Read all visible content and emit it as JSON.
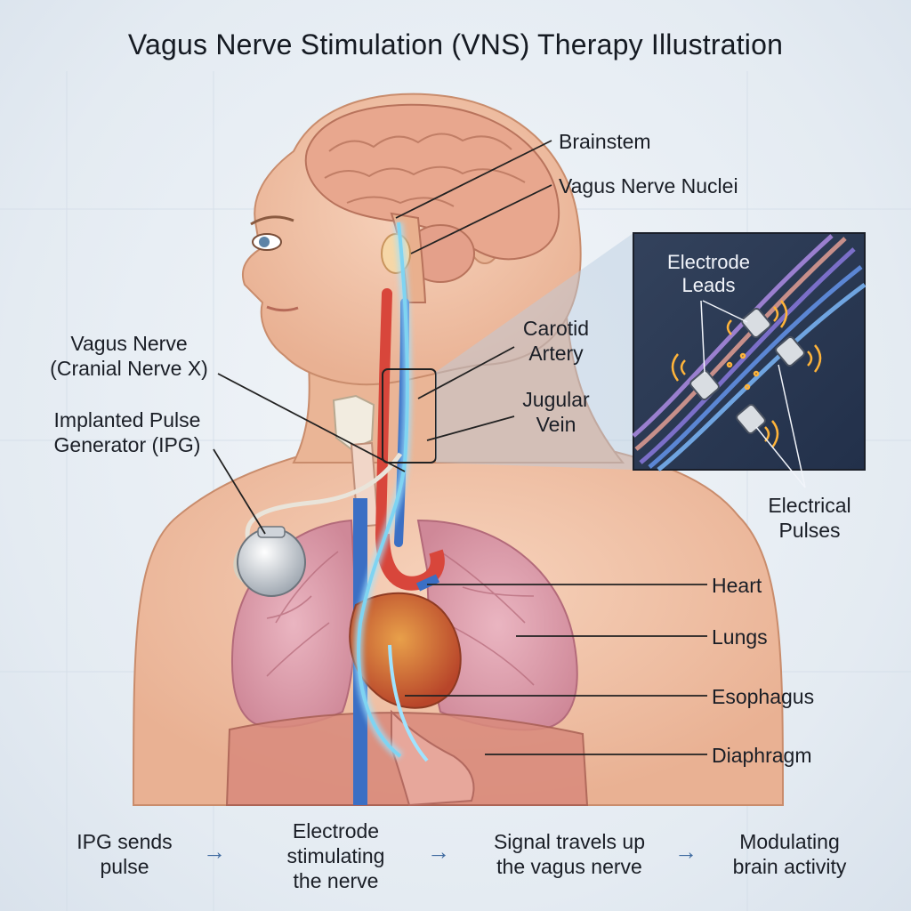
{
  "title": "Vagus Nerve Stimulation (VNS) Therapy Illustration",
  "labels": {
    "brainstem": "Brainstem",
    "vagus_nuclei": "Vagus Nerve Nuclei",
    "carotid_1": "Carotid",
    "carotid_2": "Artery",
    "jugular_1": "Jugular",
    "jugular_2": "Vein",
    "vagus_1": "Vagus Nerve",
    "vagus_2": "(Cranial Nerve X)",
    "ipg_1": "Implanted Pulse",
    "ipg_2": "Generator (IPG)",
    "heart": "Heart",
    "lungs": "Lungs",
    "esophagus": "Esophagus",
    "diaphragm": "Diaphragm"
  },
  "inset": {
    "electrode_1": "Electrode",
    "electrode_2": "Leads",
    "pulses_1": "Electrical",
    "pulses_2": "Pulses"
  },
  "steps": [
    {
      "line1": "IPG sends",
      "line2": "pulse"
    },
    {
      "line1": "Electrode",
      "line2": "stimulating",
      "line3": "the nerve"
    },
    {
      "line1": "Signal travels up",
      "line2": "the vagus nerve"
    },
    {
      "line1": "Modulating",
      "line2": "brain activity"
    }
  ],
  "arrow_glyph": "→",
  "colors": {
    "skin": "#f2c4a8",
    "nerve": "#7fd4f2",
    "artery": "#d8463b",
    "vein": "#3b6fc4",
    "lung": "#d99aa8",
    "inset_bg": "#2c3a52"
  }
}
